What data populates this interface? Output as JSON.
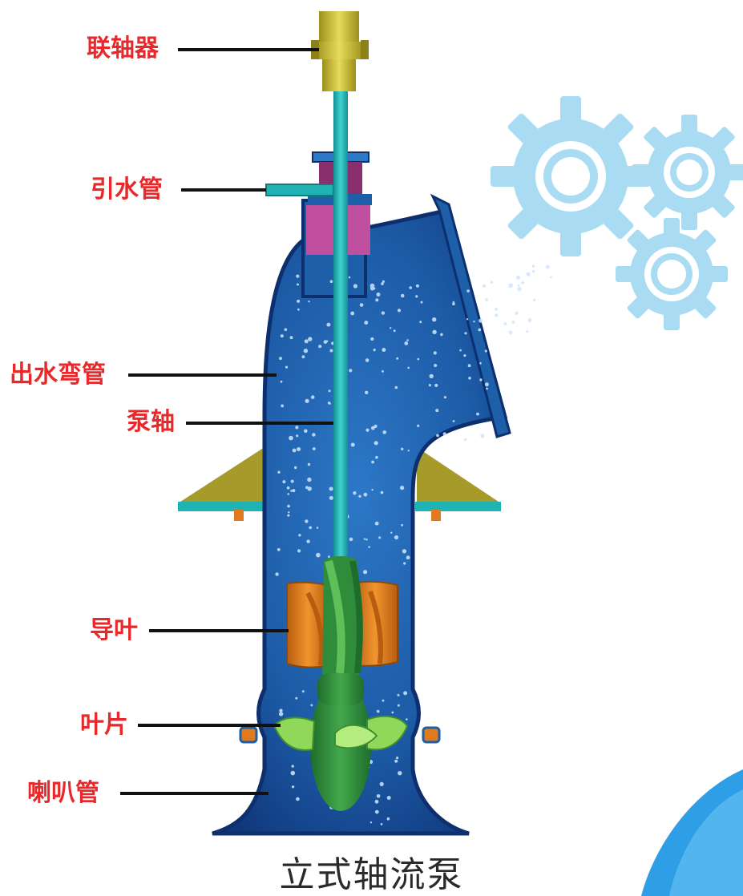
{
  "labels": {
    "coupling": "联轴器",
    "inlet_pipe": "引水管",
    "outlet_elbow": "出水弯管",
    "pump_shaft": "泵轴",
    "guide_vane": "导叶",
    "blade": "叶片",
    "bell_mouth": "喇叭管"
  },
  "caption": "立式轴流泵",
  "colors": {
    "label_red": "#e8282b",
    "casing_blue": "#1d5fa8",
    "casing_dark": "#0d2f6e",
    "shaft_teal": "#1fb3b3",
    "coupling_yellow": "#d6c638",
    "gland_magenta": "#c04fa0",
    "guide_vane_orange": "#e07a1e",
    "impeller_green": "#2e8c3a",
    "blade_lightgreen": "#8fd85a",
    "support_olive": "#a69a2b",
    "gear_lightblue": "#a9dcf3",
    "corner_blue": "#2e9fe6"
  },
  "icons": [
    "gear-icon-large",
    "gear-icon-small-top",
    "gear-icon-small-bottom"
  ]
}
